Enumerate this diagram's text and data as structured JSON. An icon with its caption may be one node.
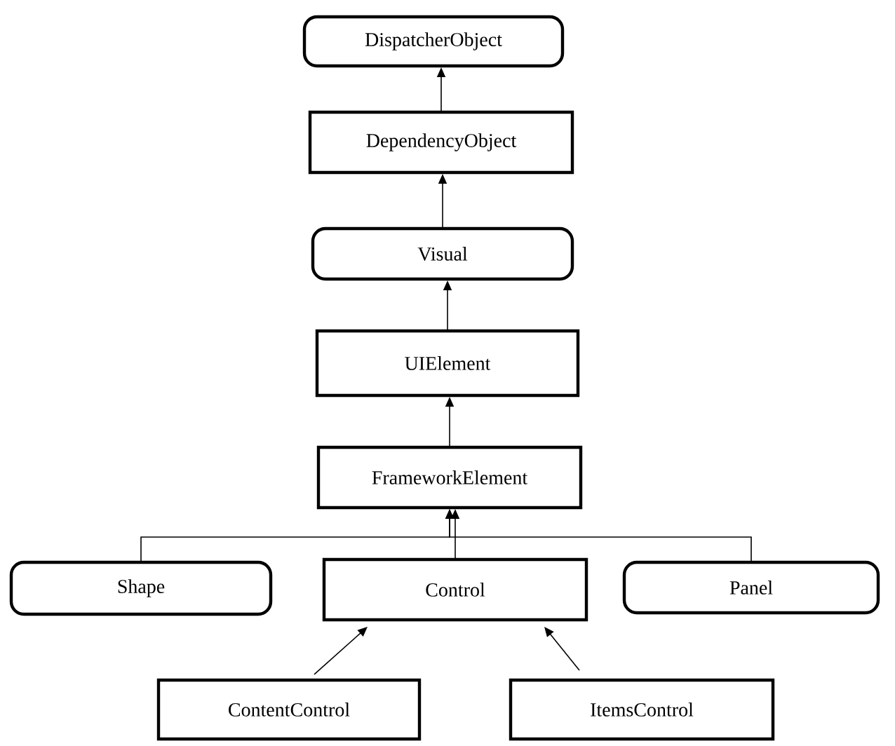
{
  "diagram": {
    "nodes": [
      {
        "text": [
          "DispatcherObject"
        ]
      },
      {
        "text": [
          "DependencyObject"
        ]
      },
      {
        "text": [
          "Visual"
        ]
      },
      {
        "text": [
          "UIElement"
        ]
      },
      {
        "text": [
          "FrameworkElement"
        ]
      },
      {
        "text": [
          "Shape"
        ]
      },
      {
        "text": [
          "Control"
        ]
      },
      {
        "text": [
          "Panel"
        ]
      },
      {
        "text": [
          "ContentControl"
        ]
      },
      {
        "text": [
          "ItemsControl"
        ]
      }
    ],
    "edges": [
      {
        "from": 1,
        "to": 0,
        "arrow": "to"
      },
      {
        "from": 2,
        "to": 1,
        "arrow": "to"
      },
      {
        "from": 3,
        "to": 2,
        "arrow": "to"
      },
      {
        "from": 4,
        "to": 3,
        "arrow": "to"
      },
      {
        "from": 5,
        "to": 4,
        "arrow": "to"
      },
      {
        "from": 6,
        "to": 4,
        "arrow": "to"
      },
      {
        "from": 7,
        "to": 4,
        "arrow": "to"
      },
      {
        "from": 8,
        "to": 6,
        "arrow": "to"
      },
      {
        "from": 9,
        "to": 6,
        "arrow": "to"
      }
    ]
  }
}
